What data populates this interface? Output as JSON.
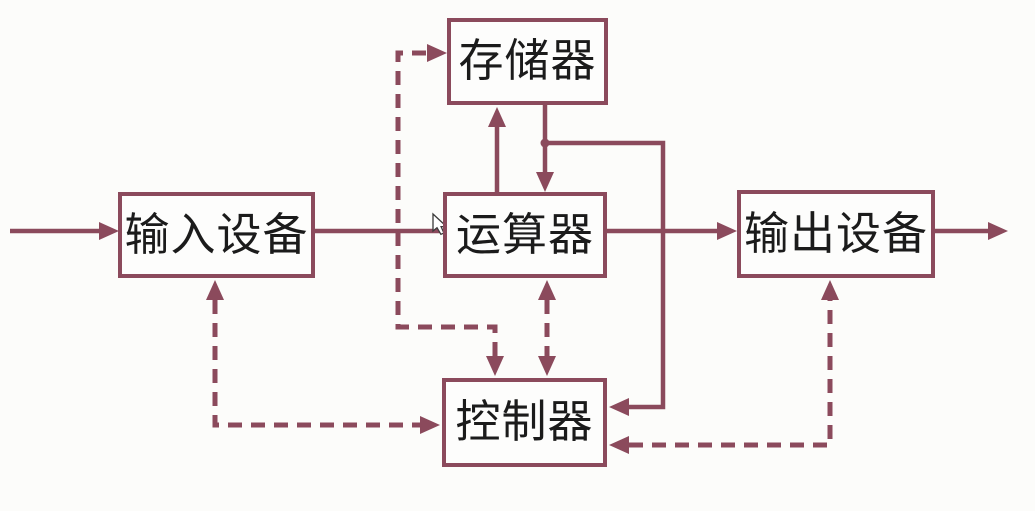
{
  "diagram": {
    "boxes": {
      "memory": {
        "label": "存储器"
      },
      "input": {
        "label": "输入设备"
      },
      "alu": {
        "label": "运算器"
      },
      "output": {
        "label": "输出设备"
      },
      "control": {
        "label": "控制器"
      }
    },
    "colors": {
      "accent": "#8b4a5c",
      "text": "#1b1b1b",
      "background": "#fcfcfa",
      "box_fill": "#fdfdfc"
    }
  }
}
